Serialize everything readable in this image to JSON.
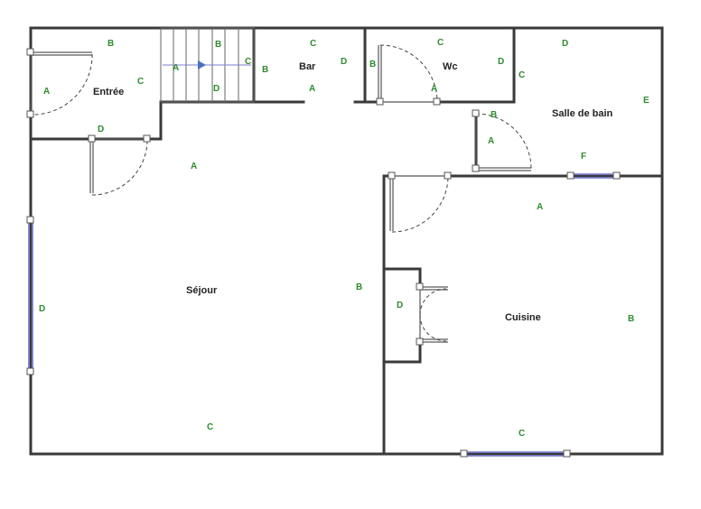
{
  "colors": {
    "wall": "#3a3a3a",
    "window": "#7b7fd0",
    "wall_label": "#2e8b2e",
    "room_label": "#222222"
  },
  "rooms": {
    "entree": "Entrée",
    "bar": "Bar",
    "wc": "Wc",
    "salle_de_bain": "Salle de bain",
    "sejour": "Séjour",
    "cuisine": "Cuisine"
  },
  "wall_labels": {
    "entree_b": "B",
    "entree_c": "C",
    "entree_a": "A",
    "entree_d": "D",
    "stair_a": "A",
    "stair_b": "B",
    "stair_c": "C",
    "stair_d": "D",
    "bar_b": "B",
    "bar_c": "C",
    "bar_d": "D",
    "bar_a": "A",
    "wc_b": "B",
    "wc_c": "C",
    "wc_d": "D",
    "wc_a": "A",
    "sdb_d": "D",
    "sdb_c": "C",
    "sdb_e": "E",
    "sdb_b": "B",
    "sdb_a": "A",
    "sdb_f": "F",
    "sejour_a": "A",
    "sejour_d": "D",
    "sejour_b": "B",
    "sejour_c": "C",
    "cuisine_a": "A",
    "cuisine_d": "D",
    "cuisine_b": "B",
    "cuisine_c": "C"
  }
}
